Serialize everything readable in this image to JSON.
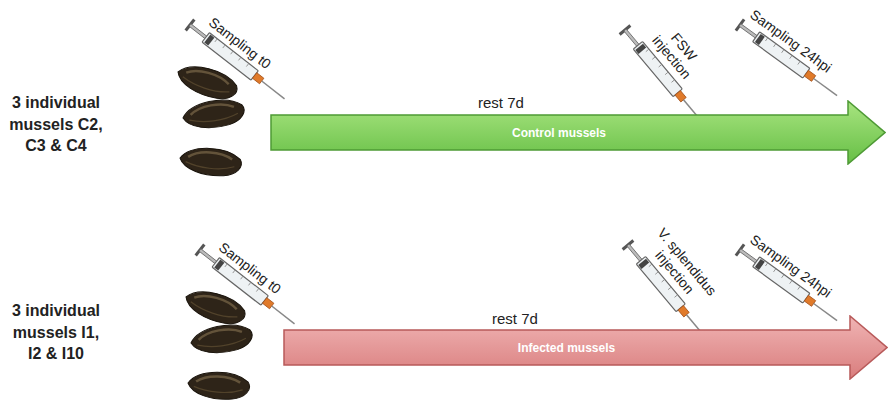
{
  "diagram": {
    "nodes": [
      {
        "text": [
          "Control mussels"
        ]
      },
      {
        "text": [
          "Infected mussels"
        ]
      }
    ],
    "labels": [
      "3 individual mussels C2, C3 & C4",
      "Sampling t0",
      "rest 7d",
      "FSW injection",
      "Sampling 24hpi",
      "3 individual mussels I1, I2 & I10",
      "Sampling t0",
      "rest 7d",
      "V. splendidus injection",
      "Sampling 24hpi"
    ]
  }
}
